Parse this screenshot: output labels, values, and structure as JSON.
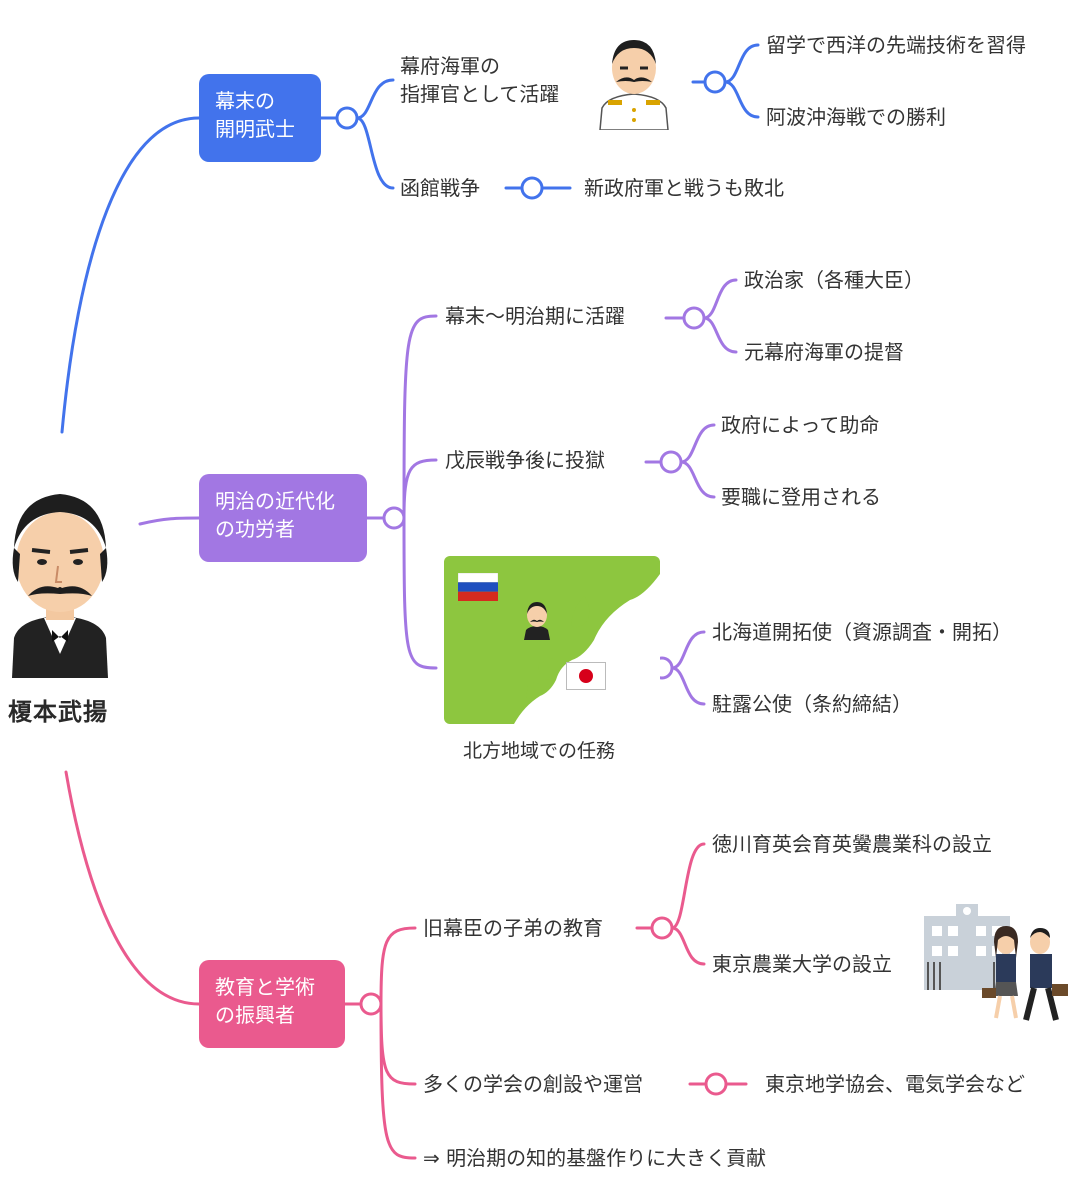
{
  "root": {
    "name": "榎本武揚"
  },
  "colors": {
    "blue": "#4273ec",
    "purple": "#a277e3",
    "pink": "#ea5a8e"
  },
  "branches": {
    "bakumatsu": {
      "label": "幕末の\n開明武士",
      "items": {
        "commander": "幕府海軍の\n指揮官として活躍",
        "study_abroad": "留学で西洋の先端技術を習得",
        "awa_battle": "阿波沖海戦での勝利",
        "hakodate": "函館戦争",
        "defeat": "新政府軍と戦うも敗北"
      }
    },
    "meiji": {
      "label": "明治の近代化\nの功労者",
      "items": {
        "active": "幕末〜明治期に活躍",
        "politician": "政治家（各種大臣）",
        "admiral": "元幕府海軍の提督",
        "imprison": "戊辰戦争後に投獄",
        "pardon": "政府によって助命",
        "appoint": "要職に登用される",
        "north_caption": "北方地域での任務",
        "hokkaido": "北海道開拓使（資源調査・開拓）",
        "russia": "駐露公使（条約締結）"
      }
    },
    "education": {
      "label": "教育と学術\nの振興者",
      "items": {
        "school": "旧幕臣の子弟の教育",
        "tokugawa": "徳川育英会育英黌農業科の設立",
        "tokyo_agri": "東京農業大学の設立",
        "societies": "多くの学会の創設や運営",
        "soc_list": "東京地学協会、電気学会など",
        "contribution": "⇒ 明治期の知的基盤作りに大きく貢献"
      }
    }
  },
  "icons": [
    "portrait-illustration",
    "naval-officer-illustration",
    "russia-flag-icon",
    "japan-flag-icon",
    "map-illustration",
    "school-students-illustration"
  ]
}
